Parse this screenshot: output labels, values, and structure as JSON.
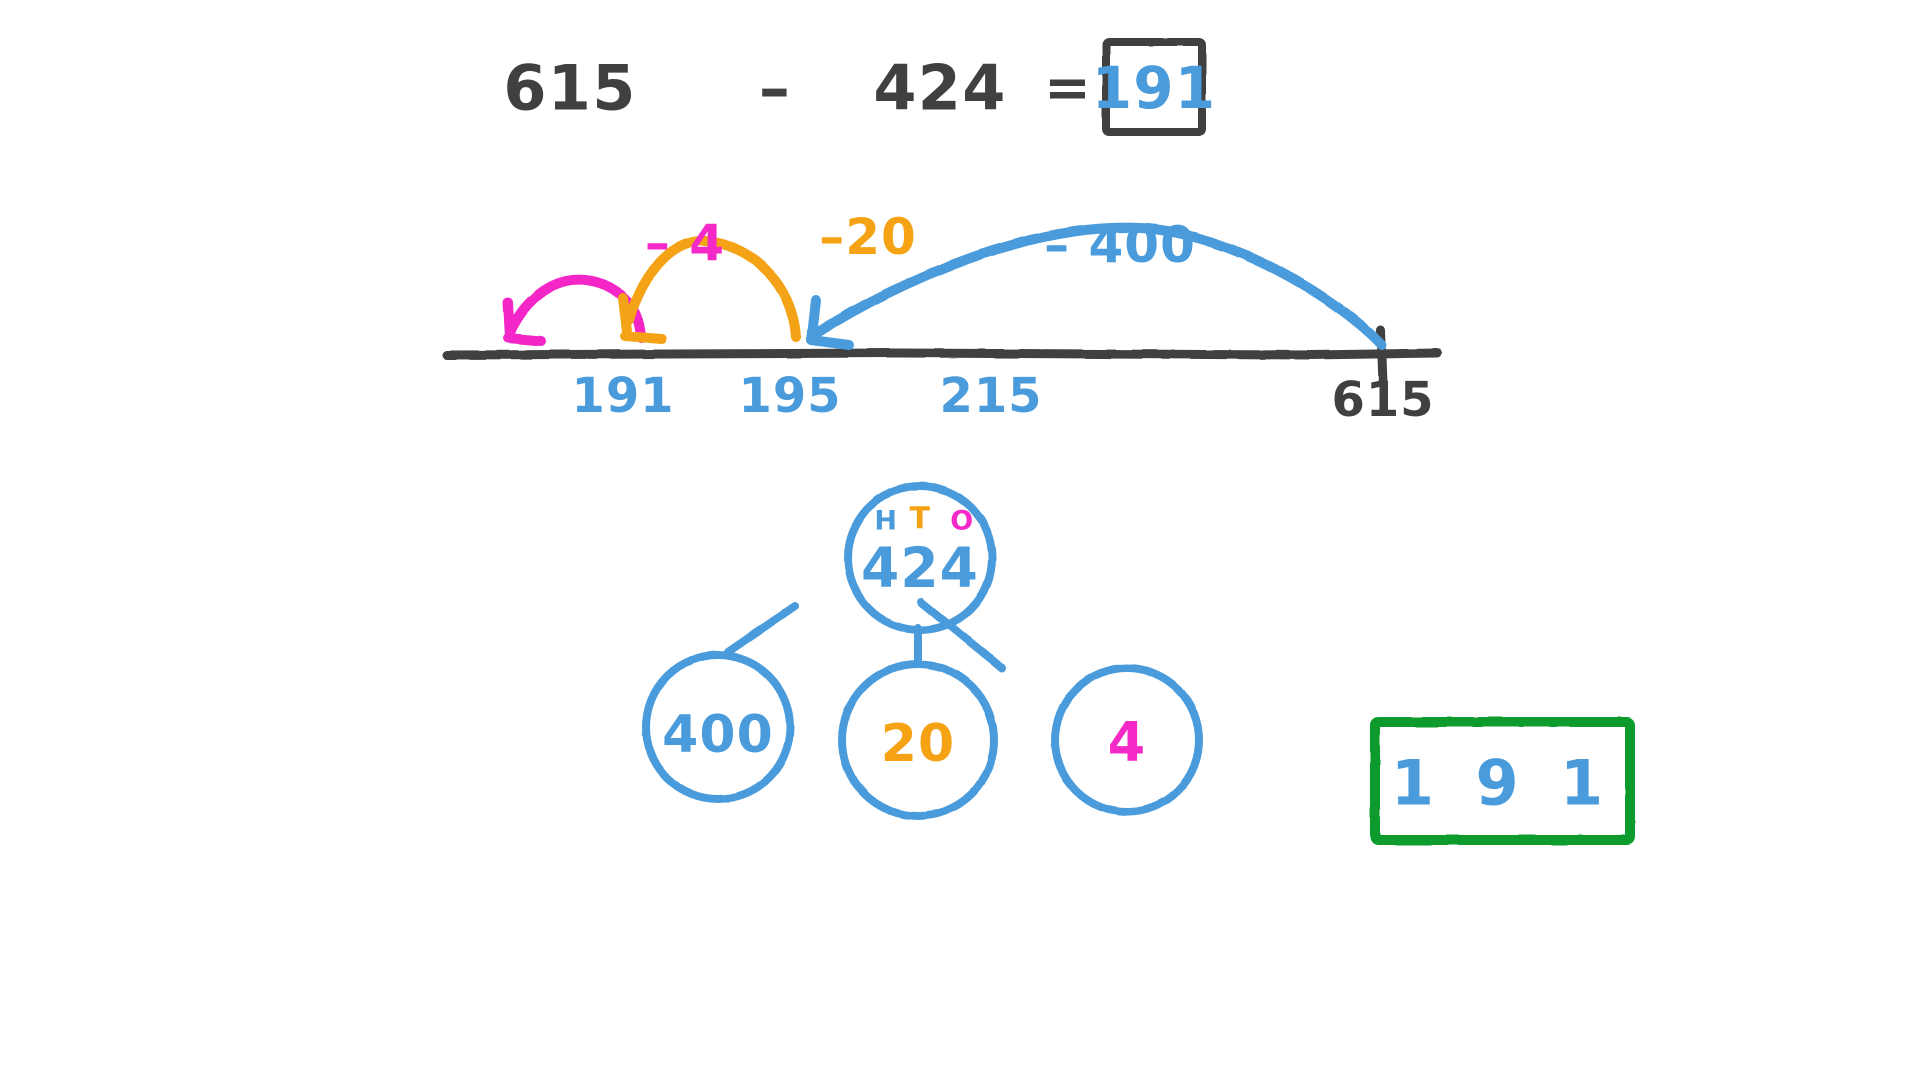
{
  "colors": {
    "blue": "#4A9BDB",
    "orange": "#F5A315",
    "magenta": "#F528C8",
    "green": "#109B2E",
    "dark": "#404040",
    "background": "#FFFFFF"
  },
  "equation": {
    "minuend": "615",
    "operator": "–",
    "subtrahend": "424",
    "equals": "=",
    "answer": "191"
  },
  "number_line": {
    "labels": [
      {
        "value": "191",
        "color": "#4A9BDB"
      },
      {
        "value": "195",
        "color": "#4A9BDB"
      },
      {
        "value": "215",
        "color": "#4A9BDB"
      },
      {
        "value": "615",
        "color": "#404040"
      }
    ],
    "jumps": [
      {
        "label": "– 4",
        "color": "#F528C8",
        "from": "195",
        "to": "191"
      },
      {
        "label": "–20",
        "color": "#F5A315",
        "from": "215",
        "to": "195"
      },
      {
        "label": "– 400",
        "color": "#4A9BDB",
        "from": "615",
        "to": "215"
      }
    ]
  },
  "part_whole": {
    "place_value_headers": [
      {
        "letter": "H",
        "color": "#4A9BDB"
      },
      {
        "letter": "T",
        "color": "#F5A315"
      },
      {
        "letter": "O",
        "color": "#F528C8"
      }
    ],
    "whole": {
      "value": "424",
      "color": "#4A9BDB"
    },
    "parts": [
      {
        "value": "400",
        "color": "#4A9BDB"
      },
      {
        "value": "20",
        "color": "#F5A315"
      },
      {
        "value": "4",
        "color": "#F528C8"
      }
    ]
  },
  "final_answer": {
    "digits": "1 9 1",
    "text_color": "#4A9BDB",
    "border_color": "#109B2E"
  }
}
